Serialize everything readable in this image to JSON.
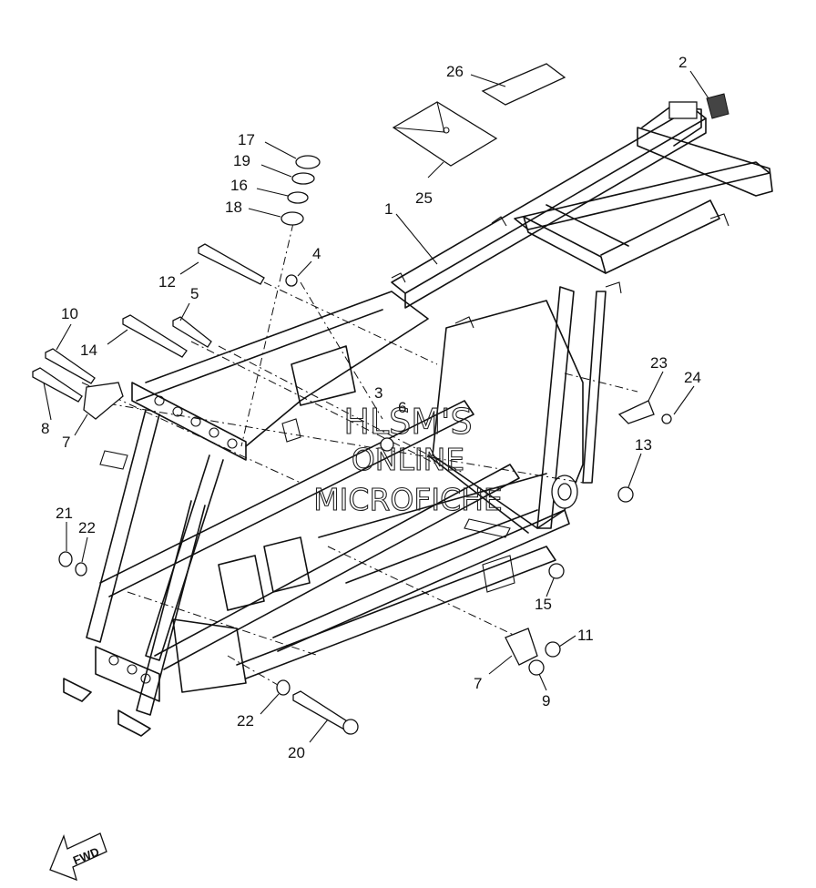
{
  "callouts": [
    {
      "id": "1",
      "label": "1"
    },
    {
      "id": "2",
      "label": "2"
    },
    {
      "id": "3",
      "label": "3"
    },
    {
      "id": "4",
      "label": "4"
    },
    {
      "id": "5",
      "label": "5"
    },
    {
      "id": "6",
      "label": "6"
    },
    {
      "id": "7a",
      "label": "7"
    },
    {
      "id": "7b",
      "label": "7"
    },
    {
      "id": "8",
      "label": "8"
    },
    {
      "id": "9",
      "label": "9"
    },
    {
      "id": "10",
      "label": "10"
    },
    {
      "id": "11",
      "label": "11"
    },
    {
      "id": "12",
      "label": "12"
    },
    {
      "id": "13",
      "label": "13"
    },
    {
      "id": "14",
      "label": "14"
    },
    {
      "id": "15",
      "label": "15"
    },
    {
      "id": "16",
      "label": "16"
    },
    {
      "id": "17",
      "label": "17"
    },
    {
      "id": "18",
      "label": "18"
    },
    {
      "id": "19",
      "label": "19"
    },
    {
      "id": "20",
      "label": "20"
    },
    {
      "id": "21",
      "label": "21"
    },
    {
      "id": "22a",
      "label": "22"
    },
    {
      "id": "22b",
      "label": "22"
    },
    {
      "id": "23",
      "label": "23"
    },
    {
      "id": "24",
      "label": "24"
    },
    {
      "id": "25",
      "label": "25"
    },
    {
      "id": "26",
      "label": "26"
    }
  ],
  "watermark": {
    "line1": "HLSM'S",
    "line2": "ONLINE",
    "line3": "MICROFICHE"
  },
  "fwd_label": "FWD"
}
